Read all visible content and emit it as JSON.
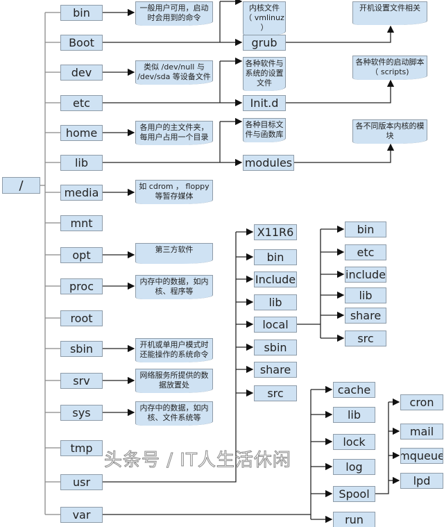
{
  "root": "/",
  "left_dirs": [
    "bin",
    "Boot",
    "dev",
    "etc",
    "home",
    "lib",
    "media",
    "mnt",
    "opt",
    "proc",
    "root",
    "sbin",
    "srv",
    "sys",
    "tmp",
    "usr",
    "var"
  ],
  "notes": {
    "bin": "一般用户可用，启动时会用到的命令",
    "dev": "类似 /dev/null 与 /dev/sda 等设备文件",
    "home": "各用户的主文件夹，每用户占用一个目录",
    "media": "如 cdrom ， floppy 等暂存媒体",
    "opt": "第三方软件",
    "proc": "内存中的数据，如内核、程序等",
    "sbin": "开机或单用户模式时还能操作的系统命令",
    "srv": "网络服务所提供的数据放置处",
    "sys": "内存中的数据，如内核、文件系统等",
    "boot_vmlinuz": "内核文件 （ vmlinuz ）",
    "etc_desc": "各种软件与系统的设置文件",
    "lib_desc": "各种目标文件与函数库",
    "grub_desc": "开机设置文件相关",
    "initd_desc": "各种软件的启动脚本 （ scripts)",
    "modules_desc": "各不同版本内核的模块"
  },
  "second_level": {
    "boot": "grub",
    "etc": "Init.d",
    "lib": "modules"
  },
  "usr_children": [
    "X11R6",
    "bin",
    "Include",
    "lib",
    "local",
    "sbin",
    "share",
    "src"
  ],
  "local_children": [
    "bin",
    "etc",
    "include",
    "lib",
    "share",
    "src"
  ],
  "var_children": [
    "cache",
    "lib",
    "lock",
    "log",
    "Spool",
    "run"
  ],
  "spool_children": [
    "cron",
    "mail",
    "mqueue",
    "lpd"
  ],
  "watermark": "头条号 / IT人生活休闲"
}
